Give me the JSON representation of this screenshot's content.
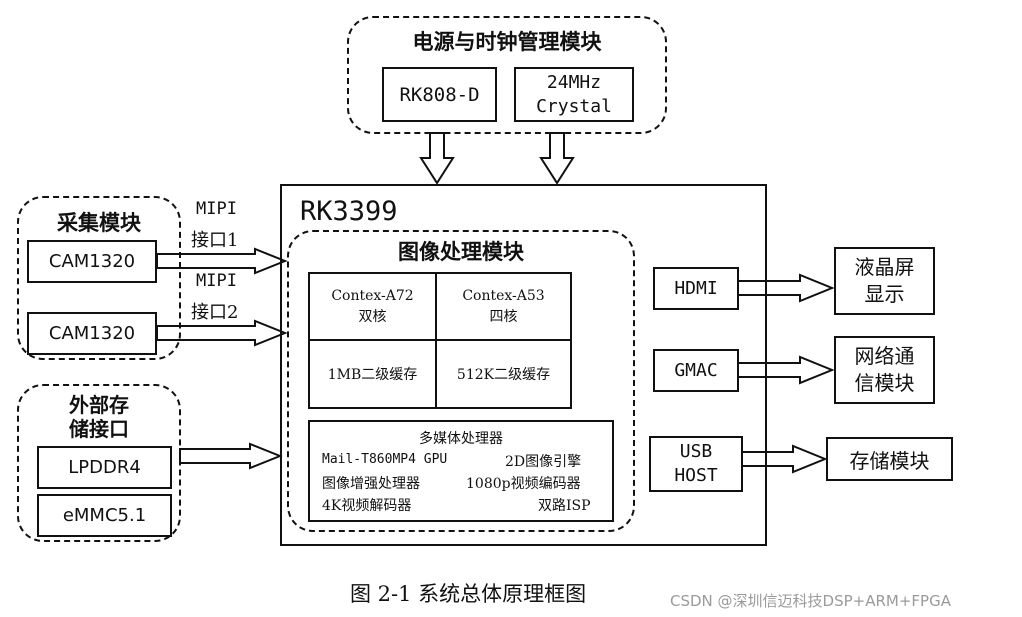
{
  "power_module": {
    "title": "电源与时钟管理模块",
    "pmic": "RK808-D",
    "crystal_line1": "24MHz",
    "crystal_line2": "Crystal"
  },
  "soc": {
    "name": "RK3399",
    "image_module_title": "图像处理模块",
    "cpu_a72_name": "Contex-A72",
    "cpu_a72_cores": "双核",
    "cpu_a53_name": "Contex-A53",
    "cpu_a53_cores": "四核",
    "l2_a72": "1MB二级缓存",
    "l2_a53": "512K二级缓存",
    "multimedia": {
      "title": "多媒体处理器",
      "gpu": "Mail-T860MP4 GPU",
      "engine2d": "2D图像引擎",
      "enhance": "图像增强处理器",
      "encoder": "1080p视频编码器",
      "decoder": "4K视频解码器",
      "isp": "双路ISP"
    },
    "hdmi": "HDMI",
    "gmac": "GMAC",
    "usb_line1": "USB",
    "usb_line2": "HOST"
  },
  "capture_module": {
    "title": "采集模块",
    "cam1": "CAM1320",
    "cam2": "CAM1320",
    "mipi1_line1": "MIPI",
    "mipi1_line2": "接口1",
    "mipi2_line1": "MIPI",
    "mipi2_line2": "接口2"
  },
  "storage_interface": {
    "title_line1": "外部存",
    "title_line2": "储接口",
    "lpddr": "LPDDR4",
    "emmc": "eMMC5.1"
  },
  "outputs": {
    "lcd_line1": "液晶屏",
    "lcd_line2": "显示",
    "net_line1": "网络通",
    "net_line2": "信模块",
    "storage": "存储模块"
  },
  "caption": "图 2-1 系统总体原理框图",
  "watermark": "CSDN @深圳信迈科技DSP+ARM+FPGA"
}
